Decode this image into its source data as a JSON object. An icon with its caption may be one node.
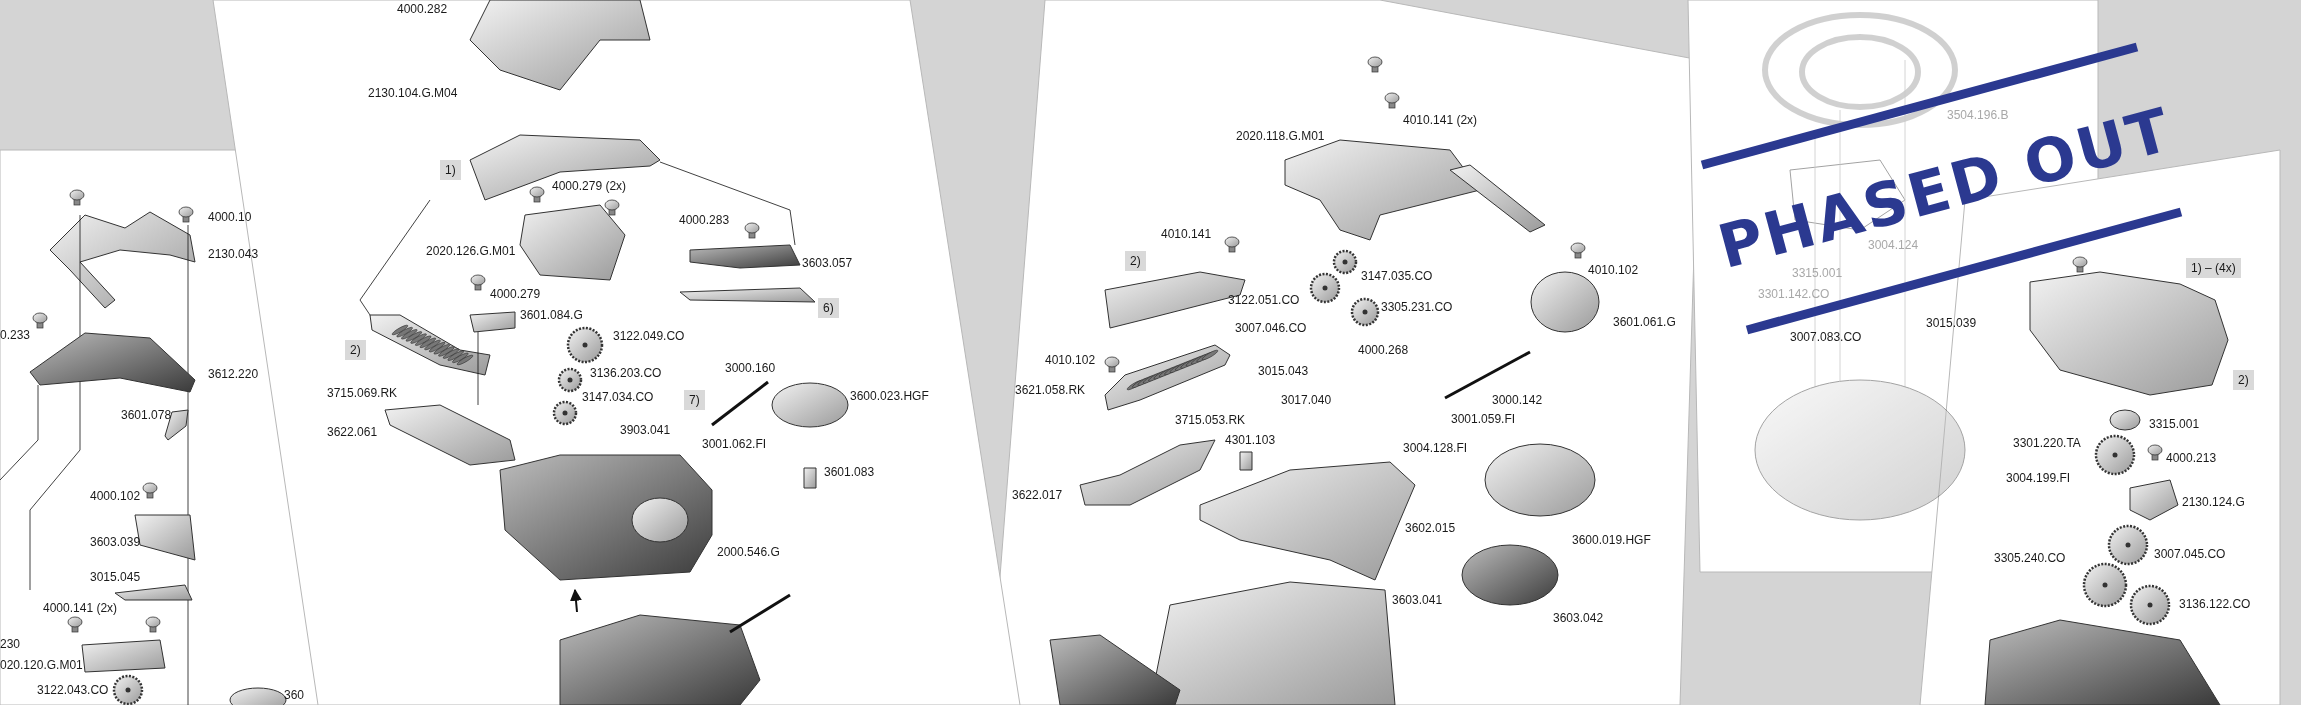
{
  "diagram": {
    "nodes": [
      {
        "text": [
          "1)"
        ]
      },
      {
        "text": [
          "6)"
        ]
      },
      {
        "text": [
          "2)"
        ]
      },
      {
        "text": [
          "7)"
        ]
      },
      {
        "text": [
          "2)"
        ]
      },
      {
        "text": [
          "1) – (4x)"
        ]
      },
      {
        "text": [
          "2)"
        ]
      }
    ],
    "labels": [
      "4000.10",
      "2130.043",
      "0.233",
      "3612.220",
      "3601.078",
      "4000.102",
      "3603.039",
      "3015.045",
      "4000.141 (2x)",
      "230",
      "020.120.G.M01",
      "3122.043.CO",
      "360",
      "4000.282",
      "2130.104.G.M04",
      "4000.279 (2x)",
      "2020.126.G.M01",
      "4000.283",
      "3603.057",
      "4000.279",
      "3601.084.G",
      "3122.049.CO",
      "3715.069.RK",
      "3136.203.CO",
      "3147.034.CO",
      "3000.160",
      "3622.061",
      "3903.041",
      "3001.062.FI",
      "3600.023.HGF",
      "3601.083",
      "2000.546.G",
      "2020.118.G.M01",
      "4010.141 (2x)",
      "4010.141",
      "3147.035.CO",
      "3305.231.CO",
      "3122.051.CO",
      "3007.046.CO",
      "4000.268",
      "4010.102",
      "3015.043",
      "3621.058.RK",
      "3017.040",
      "3715.053.RK",
      "4301.103",
      "3004.128.FI",
      "3622.017",
      "3602.015",
      "3603.041",
      "4010.102",
      "3601.061.G",
      "3000.142",
      "3001.059.FI",
      "3600.019.HGF",
      "3603.042",
      "3504.196.B",
      "3004.124",
      "3315.001",
      "3301.142.CO",
      "3007.083.CO",
      "3015.039",
      "3315.001",
      "3301.220.TA",
      "4000.213",
      "3004.199.FI",
      "2130.124.G",
      "3007.045.CO",
      "3305.240.CO",
      "3136.122.CO",
      "PHASED OUT"
    ]
  }
}
